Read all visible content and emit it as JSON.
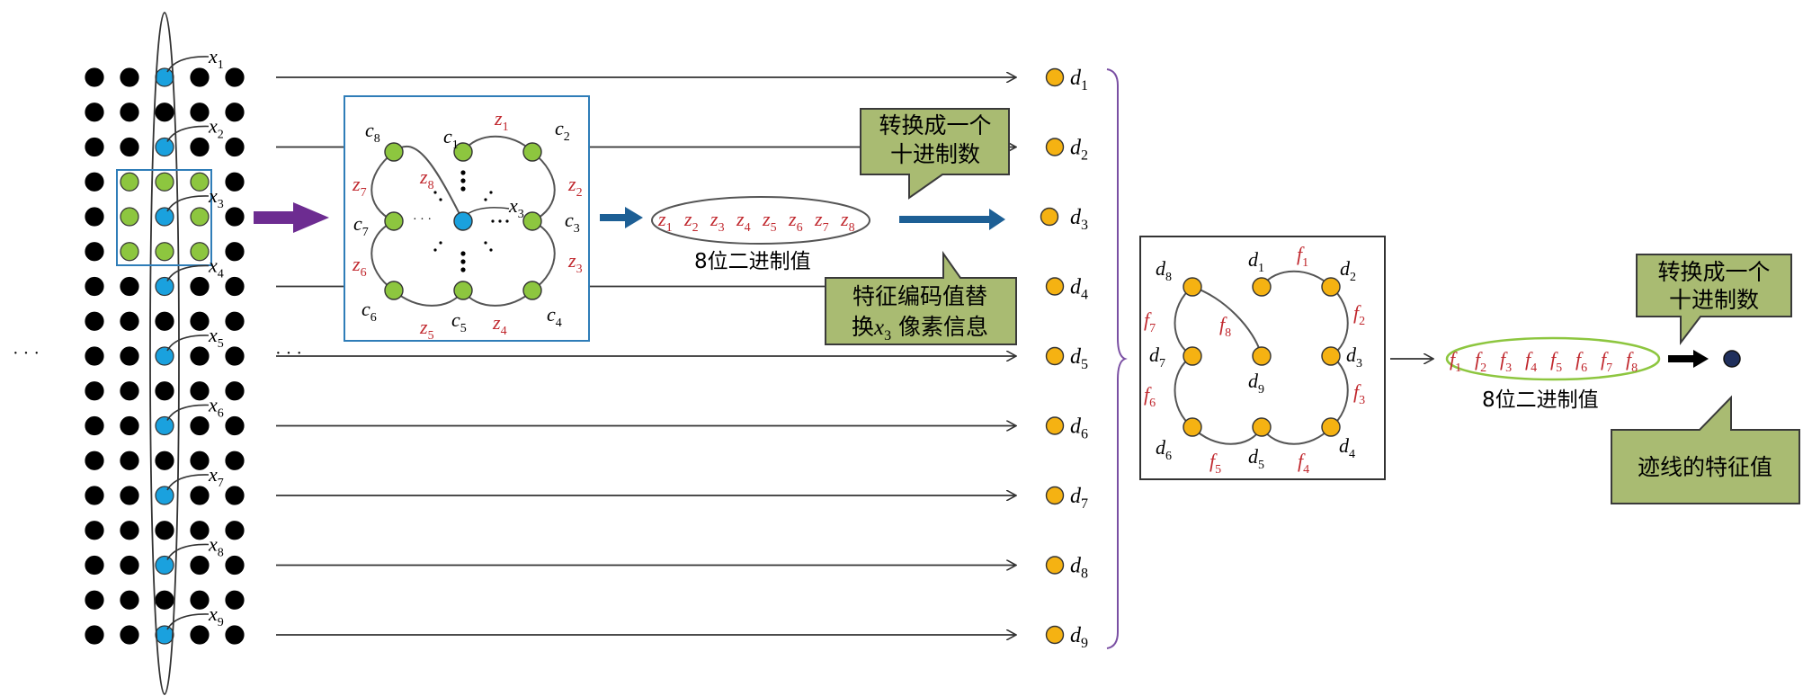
{
  "grid": {
    "ellipsis": "· · ·",
    "x_labels": [
      {
        "base": "x",
        "sub": "1"
      },
      {
        "base": "x",
        "sub": "2"
      },
      {
        "base": "x",
        "sub": "3"
      },
      {
        "base": "x",
        "sub": "4"
      },
      {
        "base": "x",
        "sub": "5"
      },
      {
        "base": "x",
        "sub": "6"
      },
      {
        "base": "x",
        "sub": "7"
      },
      {
        "base": "x",
        "sub": "8"
      },
      {
        "base": "x",
        "sub": "9"
      }
    ],
    "colors": {
      "pixel": "#000000",
      "trace": "#1aa1de",
      "neighbor": "#8dc63f",
      "box": "#2f7db8"
    }
  },
  "neighborhood": {
    "center": {
      "base": "x",
      "sub": "3"
    },
    "c_labels": [
      {
        "base": "c",
        "sub": "1"
      },
      {
        "base": "c",
        "sub": "2"
      },
      {
        "base": "c",
        "sub": "3"
      },
      {
        "base": "c",
        "sub": "4"
      },
      {
        "base": "c",
        "sub": "5"
      },
      {
        "base": "c",
        "sub": "6"
      },
      {
        "base": "c",
        "sub": "7"
      },
      {
        "base": "c",
        "sub": "8"
      }
    ],
    "z_labels": [
      {
        "base": "z",
        "sub": "1"
      },
      {
        "base": "z",
        "sub": "2"
      },
      {
        "base": "z",
        "sub": "3"
      },
      {
        "base": "z",
        "sub": "4"
      },
      {
        "base": "z",
        "sub": "5"
      },
      {
        "base": "z",
        "sub": "6"
      },
      {
        "base": "z",
        "sub": "7"
      },
      {
        "base": "z",
        "sub": "8"
      }
    ],
    "dots_h": "· · ·",
    "dots_d": "· · ·"
  },
  "z_code": {
    "items": [
      {
        "base": "z",
        "sub": "1"
      },
      {
        "base": "z",
        "sub": "2"
      },
      {
        "base": "z",
        "sub": "3"
      },
      {
        "base": "z",
        "sub": "4"
      },
      {
        "base": "z",
        "sub": "5"
      },
      {
        "base": "z",
        "sub": "6"
      },
      {
        "base": "z",
        "sub": "7"
      },
      {
        "base": "z",
        "sub": "8"
      }
    ],
    "caption": "8位二进制值"
  },
  "callout_decimal_1": {
    "line1": "转换成一个",
    "line2": "十进制数"
  },
  "callout_replace": {
    "line1": "特征编码值替",
    "line2_pre": "换",
    "line2_var": "x",
    "line2_sub": "3",
    "line2_post": " 像素信息"
  },
  "arrow_ellipsis": "· · ·",
  "d_points": [
    {
      "base": "d",
      "sub": "1"
    },
    {
      "base": "d",
      "sub": "2"
    },
    {
      "base": "d",
      "sub": "3"
    },
    {
      "base": "d",
      "sub": "4"
    },
    {
      "base": "d",
      "sub": "5"
    },
    {
      "base": "d",
      "sub": "6"
    },
    {
      "base": "d",
      "sub": "7"
    },
    {
      "base": "d",
      "sub": "8"
    },
    {
      "base": "d",
      "sub": "9"
    }
  ],
  "trace_neighborhood": {
    "d_labels": [
      {
        "base": "d",
        "sub": "1"
      },
      {
        "base": "d",
        "sub": "2"
      },
      {
        "base": "d",
        "sub": "3"
      },
      {
        "base": "d",
        "sub": "4"
      },
      {
        "base": "d",
        "sub": "5"
      },
      {
        "base": "d",
        "sub": "6"
      },
      {
        "base": "d",
        "sub": "7"
      },
      {
        "base": "d",
        "sub": "8"
      },
      {
        "base": "d",
        "sub": "9"
      }
    ],
    "f_labels": [
      {
        "base": "f",
        "sub": "1"
      },
      {
        "base": "f",
        "sub": "2"
      },
      {
        "base": "f",
        "sub": "3"
      },
      {
        "base": "f",
        "sub": "4"
      },
      {
        "base": "f",
        "sub": "5"
      },
      {
        "base": "f",
        "sub": "6"
      },
      {
        "base": "f",
        "sub": "7"
      },
      {
        "base": "f",
        "sub": "8"
      }
    ]
  },
  "f_code": {
    "items": [
      {
        "base": "f",
        "sub": "1"
      },
      {
        "base": "f",
        "sub": "2"
      },
      {
        "base": "f",
        "sub": "3"
      },
      {
        "base": "f",
        "sub": "4"
      },
      {
        "base": "f",
        "sub": "5"
      },
      {
        "base": "f",
        "sub": "6"
      },
      {
        "base": "f",
        "sub": "7"
      },
      {
        "base": "f",
        "sub": "8"
      }
    ],
    "caption": "8位二进制值"
  },
  "callout_decimal_2": {
    "line1": "转换成一个",
    "line2": "十进制数"
  },
  "callout_trace_value": {
    "text": "迹线的特征值"
  },
  "colors": {
    "z_red": "#c0272d",
    "d_orange": "#f5b212",
    "callout_fill": "#a9bb72",
    "callout_stroke": "#3a3a3a",
    "purple_arrow": "#6d2c91",
    "blue_arrow": "#1d5f95",
    "brace": "#7a4fa3",
    "f_ellipse": "#8dc63f",
    "final_dot": "#1f2f5c"
  }
}
